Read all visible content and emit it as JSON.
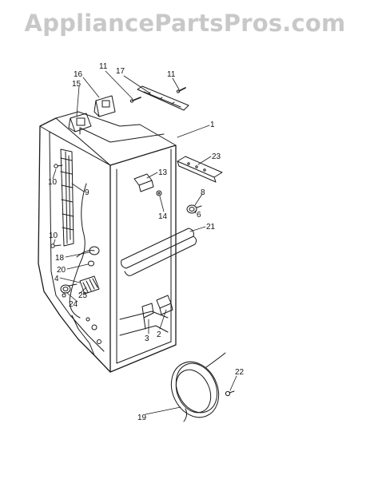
{
  "watermark": "AppliancePartsPros.com",
  "callouts": [
    {
      "id": "c11a",
      "label": "11"
    },
    {
      "id": "c17",
      "label": "17"
    },
    {
      "id": "c11b",
      "label": "11"
    },
    {
      "id": "c16",
      "label": "16"
    },
    {
      "id": "c15",
      "label": "15"
    },
    {
      "id": "c1",
      "label": "1"
    },
    {
      "id": "c23",
      "label": "23"
    },
    {
      "id": "c13",
      "label": "13"
    },
    {
      "id": "c10a",
      "label": "10"
    },
    {
      "id": "c9",
      "label": "9"
    },
    {
      "id": "c8",
      "label": "8"
    },
    {
      "id": "c14",
      "label": "14"
    },
    {
      "id": "c6",
      "label": "6"
    },
    {
      "id": "c21",
      "label": "21"
    },
    {
      "id": "c10b",
      "label": "10"
    },
    {
      "id": "c18",
      "label": "18"
    },
    {
      "id": "c20",
      "label": "20"
    },
    {
      "id": "c4",
      "label": "4"
    },
    {
      "id": "c25",
      "label": "25"
    },
    {
      "id": "c24",
      "label": "24"
    },
    {
      "id": "c2",
      "label": "2"
    },
    {
      "id": "c3",
      "label": "3"
    },
    {
      "id": "c22",
      "label": "22"
    },
    {
      "id": "c19",
      "label": "19"
    }
  ]
}
